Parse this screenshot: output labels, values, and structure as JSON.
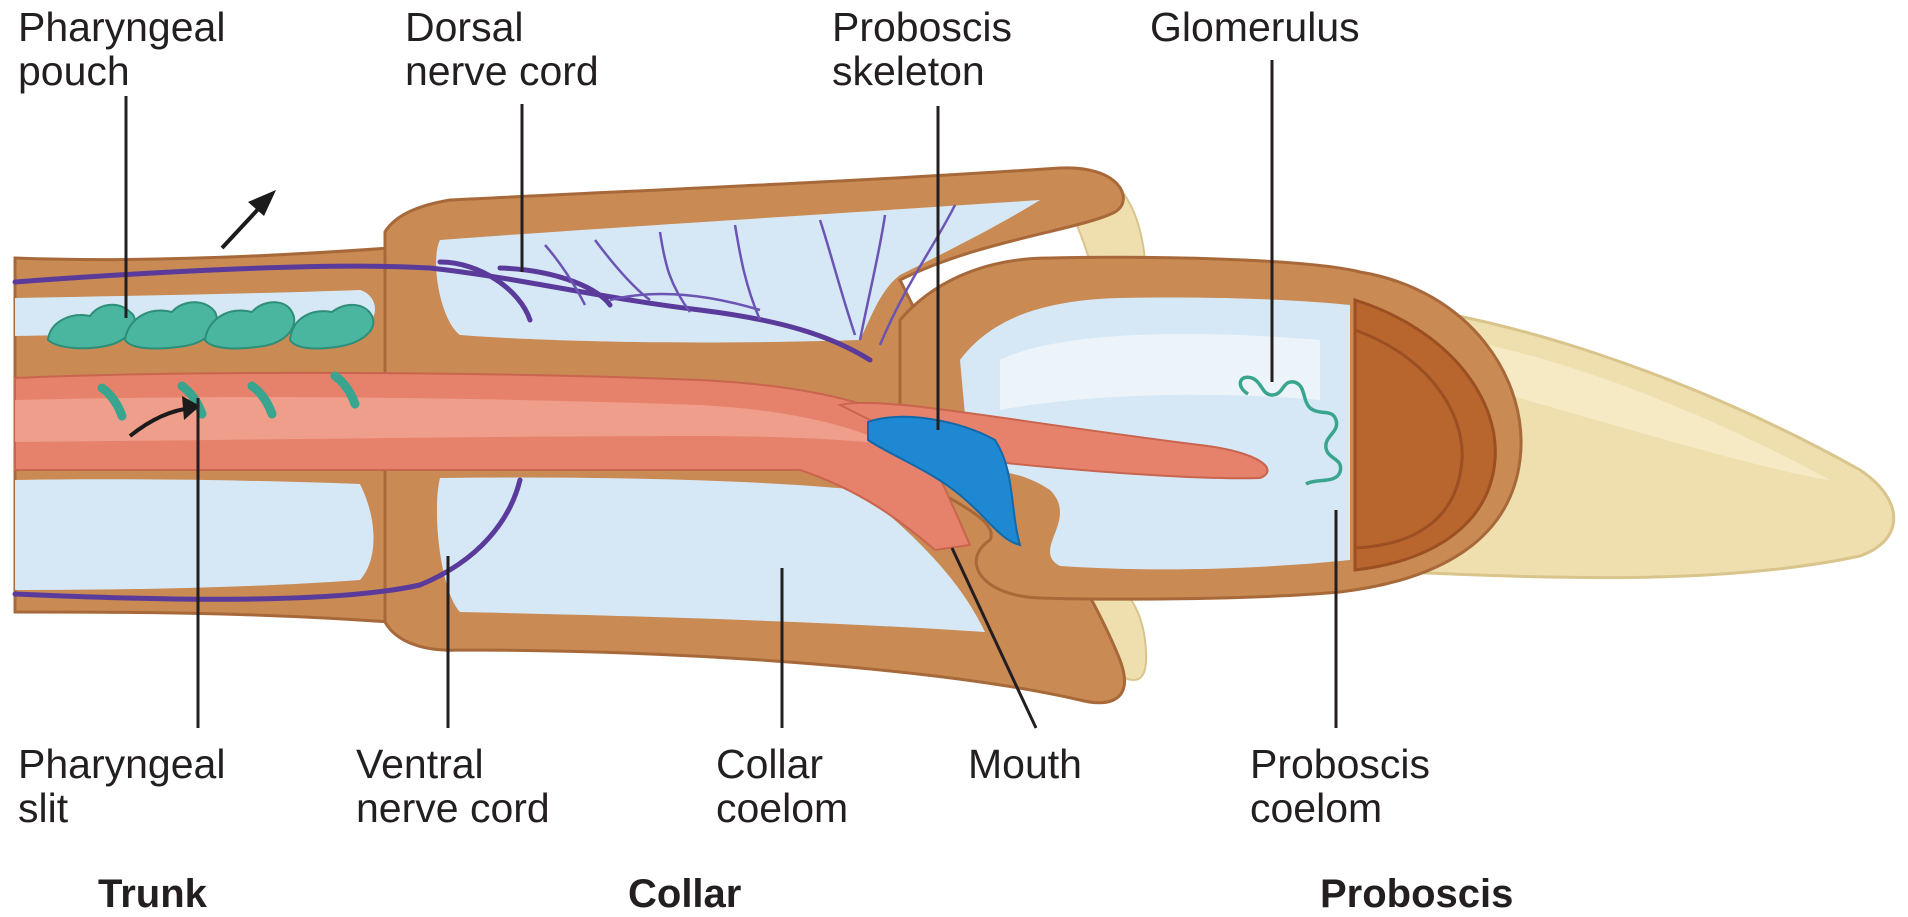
{
  "labels": {
    "pharyngeal_pouch": [
      "Pharyngeal",
      "pouch"
    ],
    "dorsal_nerve_cord": [
      "Dorsal",
      "nerve cord"
    ],
    "proboscis_skeleton": [
      "Proboscis",
      "skeleton"
    ],
    "glomerulus": [
      "Glomerulus"
    ],
    "pharyngeal_slit": [
      "Pharyngeal",
      "slit"
    ],
    "ventral_nerve_cord": [
      "Ventral",
      "nerve cord"
    ],
    "collar_coelom": [
      "Collar",
      "coelom"
    ],
    "mouth": [
      "Mouth"
    ],
    "proboscis_coelom": [
      "Proboscis",
      "coelom"
    ]
  },
  "regions": {
    "trunk": "Trunk",
    "collar": "Collar",
    "proboscis": "Proboscis"
  },
  "colors": {
    "body_wall": "#c98a54",
    "body_outline": "#a8693a",
    "coelom": "#d6e8f5",
    "pharynx": "#e6826b",
    "nerve": "#5a3a9a",
    "pouch": "#4bb6a0",
    "skeleton": "#1e88d2",
    "proboscis_tip": "#efdfae",
    "proboscis_ring": "#b8652e",
    "leader_line": "#231f20"
  }
}
